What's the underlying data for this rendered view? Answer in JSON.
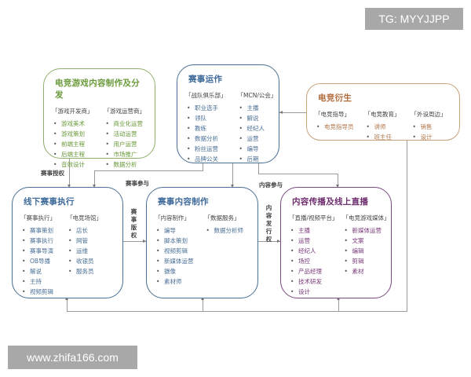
{
  "watermarks": {
    "top_right": "TG: MYYJJPP",
    "bottom_left": "www.zhifa166.com"
  },
  "colors": {
    "green": "#6a9a3a",
    "blue": "#4a6f96",
    "orange": "#b0764a",
    "purple": "#7a3a7a",
    "connector": "#9a9a9a"
  },
  "boxes": {
    "content_dev": {
      "title": "电竞游戏内容制作及分发",
      "columns": [
        {
          "header": "「游戏开发商」",
          "items": [
            "游戏美术",
            "游戏策划",
            "前端主程",
            "后端主程",
            "音效设计"
          ]
        },
        {
          "header": "「游戏运营商」",
          "items": [
            "商业化运营",
            "活动运营",
            "用户运营",
            "市场推广",
            "数据分析"
          ]
        }
      ]
    },
    "event_ops": {
      "title": "赛事运作",
      "columns": [
        {
          "header": "「战队俱乐部」",
          "items": [
            "职业选手",
            "领队",
            "教练",
            "数据分析",
            "粉丝运营",
            "品牌公关"
          ]
        },
        {
          "header": "「MCN/公会」",
          "items": [
            "主播",
            "解说",
            "经纪人",
            "运营",
            "编导",
            "后期"
          ]
        }
      ]
    },
    "derivatives": {
      "title": "电竞衍生",
      "columns": [
        {
          "header": "「电竞指导」",
          "items": [
            "电竞指导员"
          ]
        },
        {
          "header": "「电竞教育」",
          "items": [
            "讲师",
            "班主任"
          ]
        },
        {
          "header": "「外设周边」",
          "items": [
            "销售",
            "设计"
          ]
        }
      ]
    },
    "offline_exec": {
      "title": "线下赛事执行",
      "columns": [
        {
          "header": "「赛事执行」",
          "items": [
            "赛事策划",
            "赛事执行",
            "赛事导演",
            "OB导播",
            "解说",
            "主持",
            "视频剪辑"
          ]
        },
        {
          "header": "「电竞场馆」",
          "items": [
            "店长",
            "网管",
            "运维",
            "收银员",
            "服务员"
          ]
        }
      ]
    },
    "content_prod": {
      "title": "赛事内容制作",
      "columns": [
        {
          "header": "「内容制作」",
          "items": [
            "编导",
            "脚本策划",
            "视频剪辑",
            "新媒体运营",
            "摄像",
            "素材师"
          ]
        },
        {
          "header": "「数据服务」",
          "items": [
            "数据分析师"
          ]
        }
      ]
    },
    "distribution": {
      "title": "内容传播及线上直播",
      "columns": [
        {
          "header": "「直播/视频平台」",
          "items": [
            "主播",
            "运营",
            "经纪人",
            "场控",
            "产品经理",
            "技术研发",
            "设计"
          ]
        },
        {
          "header": "「电竞游戏媒体」",
          "items": [
            "新媒体运营",
            "文案",
            "编辑",
            "剪辑",
            "素材"
          ]
        }
      ]
    }
  },
  "edge_labels": {
    "event_license": "赛事授权",
    "event_participation": "赛事参与",
    "content_participation": "内容参与",
    "event_copyright": "赛事版权",
    "content_distribution_right": "内容发行权"
  }
}
